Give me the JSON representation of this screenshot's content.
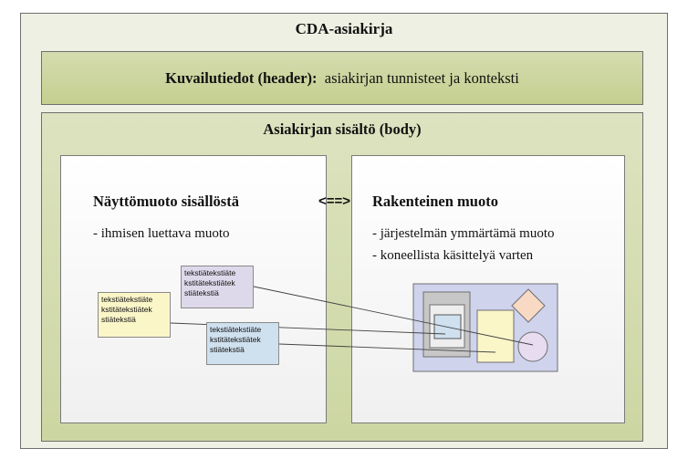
{
  "document_title": "CDA-asiakirja",
  "header_section": {
    "label": "Kuvailutiedot (header):",
    "description": "asiakirjan tunnisteet ja konteksti"
  },
  "body_section": {
    "label": "Asiakirjan sisältö (body)"
  },
  "left_panel": {
    "title": "Näyttömuoto sisällöstä",
    "points": [
      "- ihmisen luettava muoto"
    ]
  },
  "arrow_label": "<==>",
  "right_panel": {
    "title": "Rakenteinen muoto",
    "points": [
      "- järjestelmän ymmärtämä muoto",
      "- koneellista käsittelyä varten"
    ]
  },
  "notes": [
    {
      "id": "a",
      "lines": [
        "tekstiätekstiäte",
        "kstitätekstiätek",
        "stiätekstiä"
      ],
      "color": "#ded9ea"
    },
    {
      "id": "b",
      "lines": [
        "tekstiätekstiäte",
        "kstitätekstiätek",
        "stiätekstiä"
      ],
      "color": "#fbf6c8"
    },
    {
      "id": "c",
      "lines": [
        "tekstiätekstiäte",
        "kstitätekstiätek",
        "stiätekstiä"
      ],
      "color": "#cfe0ee"
    }
  ],
  "colors": {
    "outer_background": "#eef0e3",
    "band_green": "#c9d49a",
    "structure_panel": "#cfd3ec",
    "diamond": "#f7d9c4",
    "circle": "#e7dcf0",
    "yellow_box": "#fbf6c8"
  }
}
